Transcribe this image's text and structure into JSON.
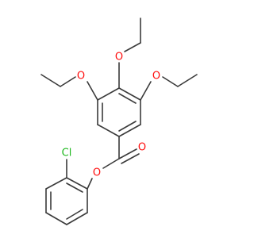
{
  "molecule": {
    "atom_labels": {
      "o_top": "O",
      "o_left": "O",
      "o_right": "O",
      "o_ester_carbonyl": "O",
      "o_ester_link": "O",
      "cl": "Cl"
    },
    "colors": {
      "bond": "#3a3a3a",
      "oxygen": "#ff0d0d",
      "chlorine": "#1fb81f",
      "background": "#ffffff"
    }
  }
}
